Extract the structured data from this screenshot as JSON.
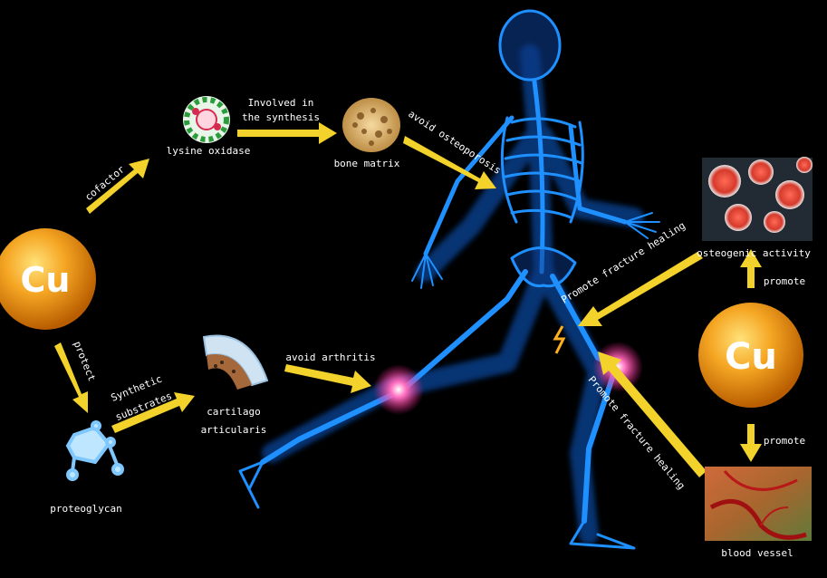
{
  "element": {
    "symbol": "Cu"
  },
  "colors": {
    "arrow": "#f2d22b",
    "figure": "#1e90ff",
    "background": "#000000",
    "cu_sphere": "#f0a020",
    "joint_glow": "#ff4fa0"
  },
  "nodes": {
    "lysine_oxidase": "lysine oxidase",
    "bone_matrix": "bone matrix",
    "proteoglycan": "proteoglycan",
    "cartilago_line1": "cartilago",
    "cartilago_line2": "articularis",
    "osteogenic_activity": "osteogenic activity",
    "blood_vessel": "blood vessel"
  },
  "arrow_labels": {
    "cofactor": "cofactor",
    "involved_line1": "Involved in",
    "involved_line2": "the synthesis",
    "avoid_osteoporosis": "avoid osteoporosis",
    "protect": "protect",
    "synthetic_line1": "Synthetic",
    "synthetic_line2": "substrates",
    "avoid_arthritis": "avoid arthritis",
    "promote_top": "promote",
    "promote_bottom": "promote",
    "promote_fracture_upper": "Promote fracture healing",
    "promote_fracture_lower": "Promote fracture healing"
  }
}
